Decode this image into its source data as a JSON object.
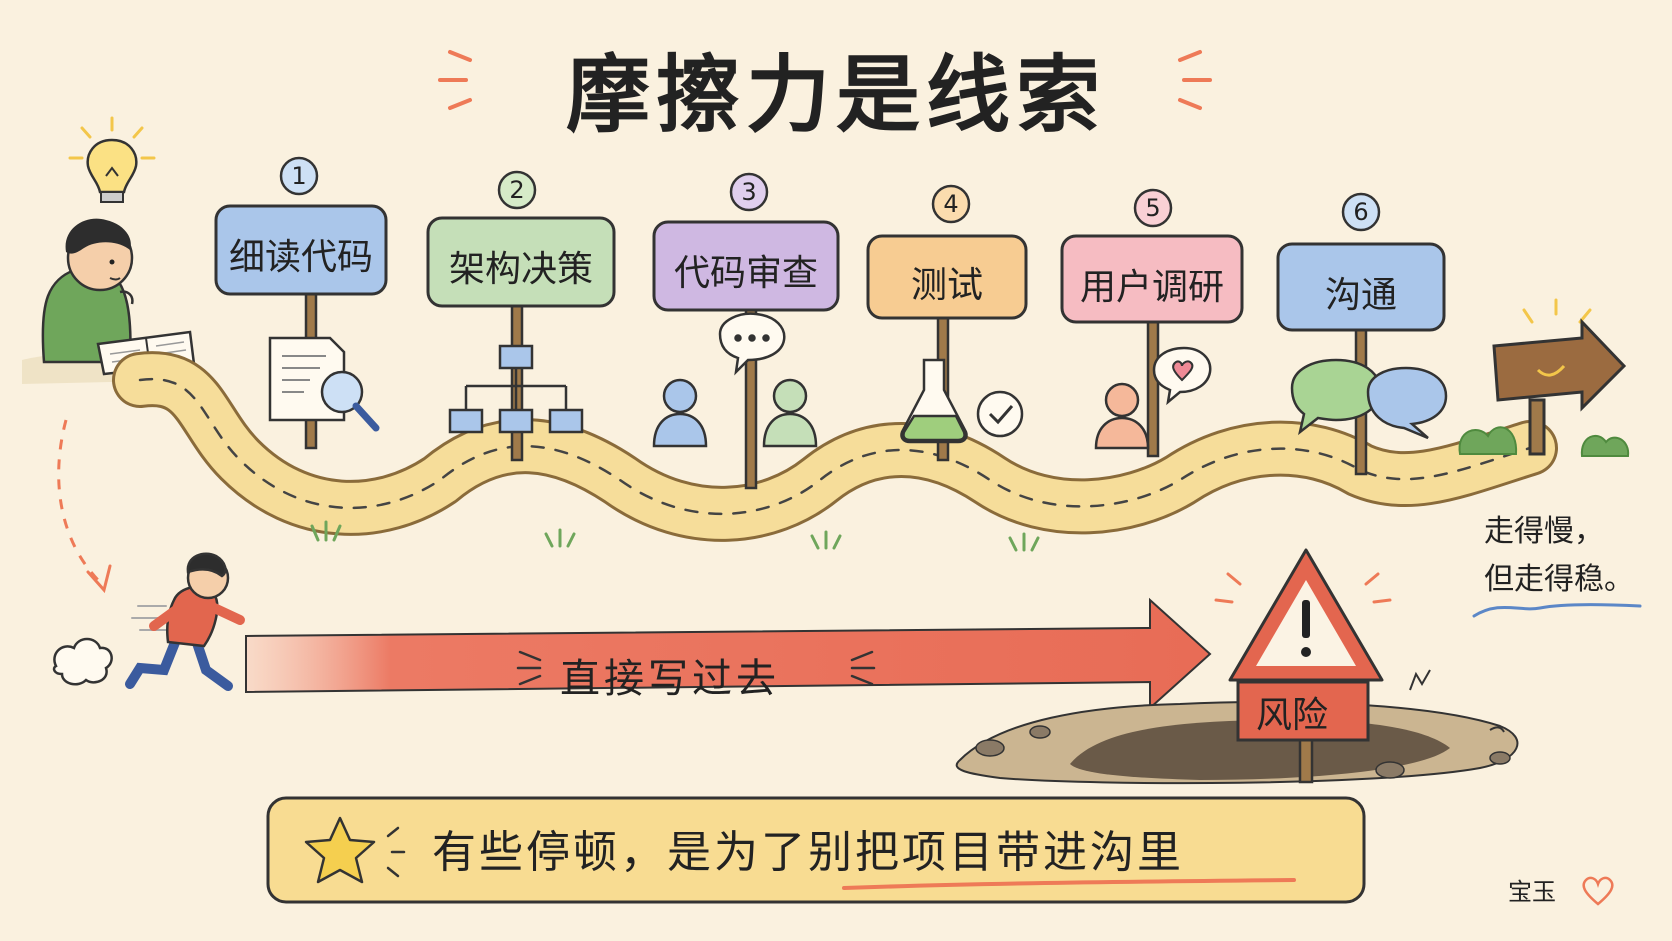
{
  "title": "摩擦力是线索",
  "steps": [
    {
      "number": "1",
      "label": "细读代码",
      "color": "#aac6ea",
      "icon": "document-magnifier-icon"
    },
    {
      "number": "2",
      "label": "架构决策",
      "color": "#c5dfb8",
      "icon": "hierarchy-diagram-icon"
    },
    {
      "number": "3",
      "label": "代码审查",
      "color": "#cfb8e2",
      "icon": "people-discussion-icon"
    },
    {
      "number": "4",
      "label": "测试",
      "color": "#f7cc92",
      "icon": "flask-check-icon"
    },
    {
      "number": "5",
      "label": "用户调研",
      "color": "#f6bcc2",
      "icon": "user-heart-icon"
    },
    {
      "number": "6",
      "label": "沟通",
      "color": "#aac6ea",
      "icon": "chat-bubbles-icon"
    }
  ],
  "shortcut_label": "直接写过去",
  "risk_label": "风险",
  "side_note": [
    "走得慢，",
    "但走得稳。"
  ],
  "takeaway": "有些停顿，是为了别把项目带进沟里",
  "signature": "宝玉",
  "colors": {
    "background": "#faf1df",
    "road": "#f6dd9a",
    "shortcut_arrow": "#ec7a64",
    "warning": "#e3664f",
    "takeaway_box": "#f8dc92",
    "accent_orange": "#ee7a57",
    "note_underline": "#5b87c7"
  }
}
